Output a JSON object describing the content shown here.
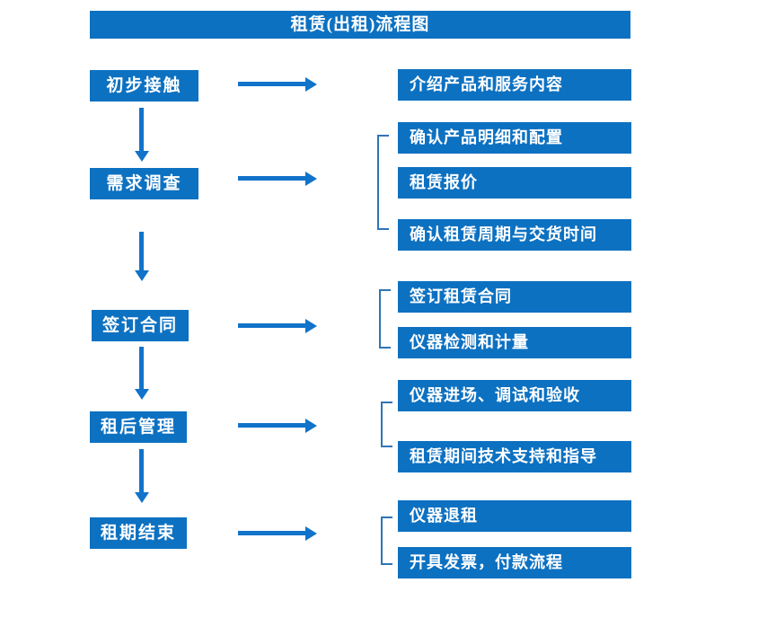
{
  "title": "租赁(出租)流程图",
  "colors": {
    "box_blue": "#0d71c1",
    "arrow_blue": "#1173c9",
    "bracket_blue": "#2e75b6",
    "text_white": "#ffffff",
    "background": "#ffffff"
  },
  "flow": [
    {
      "stage": "初步接触",
      "details": [
        "介绍产品和服务内容"
      ]
    },
    {
      "stage": "需求调查",
      "details": [
        "确认产品明细和配置",
        "租赁报价",
        "确认租赁周期与交货时间"
      ]
    },
    {
      "stage": "签订合同",
      "details": [
        "签订租赁合同",
        "仪器检测和计量"
      ]
    },
    {
      "stage": "租后管理",
      "details": [
        "仪器进场、调试和验收",
        "租赁期间技术支持和指导"
      ]
    },
    {
      "stage": "租期结束",
      "details": [
        "仪器退租",
        "开具发票，付款流程"
      ]
    }
  ]
}
